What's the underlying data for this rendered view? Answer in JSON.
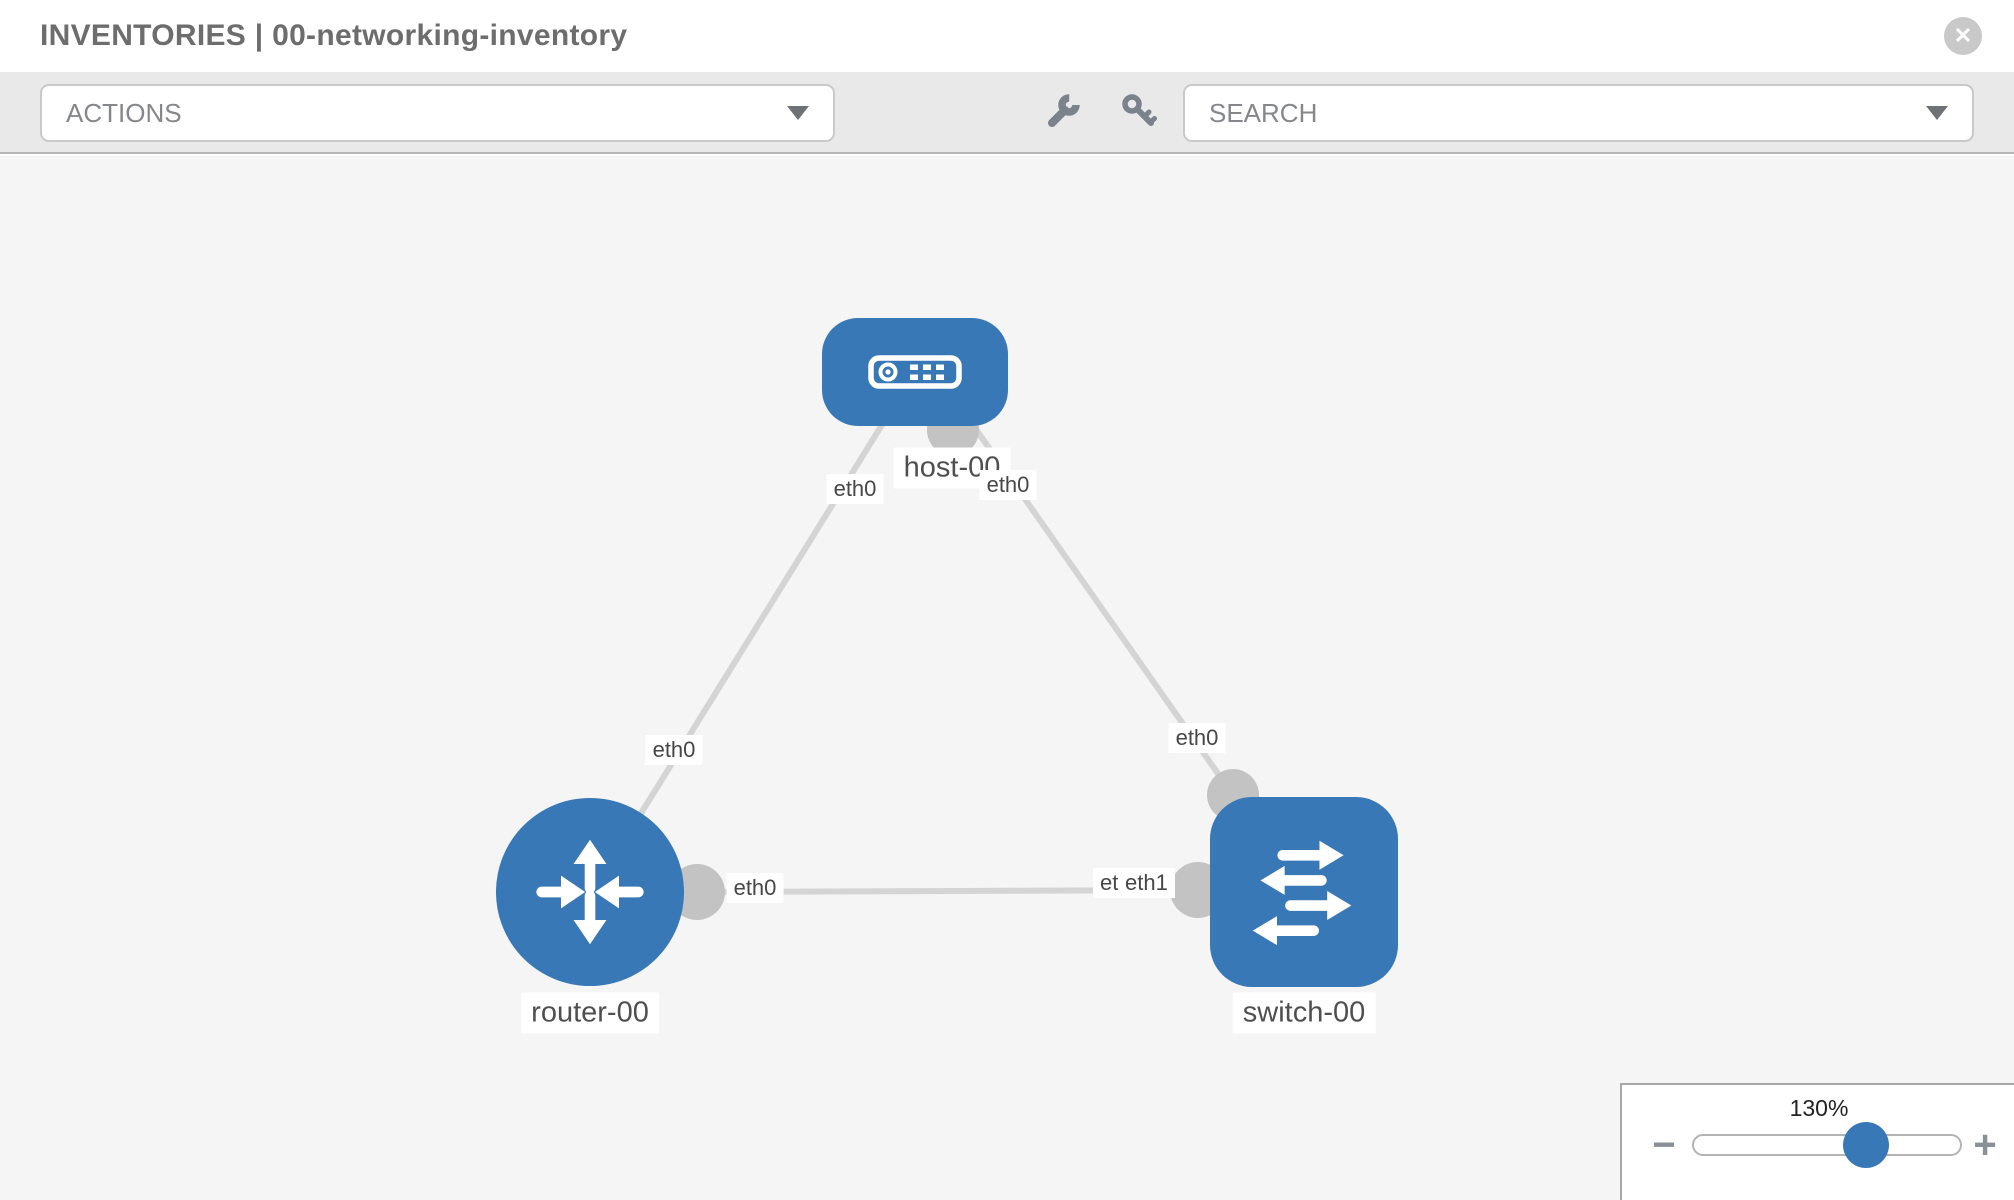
{
  "header": {
    "title": "INVENTORIES | 00-networking-inventory",
    "close_glyph": "✕"
  },
  "toolbar": {
    "actions": {
      "label": "ACTIONS"
    },
    "search": {
      "label": "SEARCH"
    },
    "icons": [
      "wrench-icon",
      "key-icon"
    ]
  },
  "canvas": {
    "nodes": [
      {
        "id": "host-00",
        "label": "host-00",
        "type": "host",
        "shape": "rounded-rect",
        "color": "#3878b6"
      },
      {
        "id": "router-00",
        "label": "router-00",
        "type": "router",
        "shape": "circle",
        "color": "#3878b6"
      },
      {
        "id": "switch-00",
        "label": "switch-00",
        "type": "switch",
        "shape": "rounded-square",
        "color": "#3878b6"
      }
    ],
    "links": [
      {
        "from": "host-00",
        "to": "router-00",
        "labels": {
          "host_side": "eth0",
          "router_side": "eth0"
        }
      },
      {
        "from": "host-00",
        "to": "switch-00",
        "labels": {
          "host_side": "eth0",
          "switch_side": "eth0"
        }
      },
      {
        "from": "router-00",
        "to": "switch-00",
        "labels": {
          "router_side": "eth0",
          "switch_side_back": "eth0",
          "switch_side_front": "eth1"
        }
      }
    ]
  },
  "zoom": {
    "value": "130%",
    "minus": "−",
    "plus": "+"
  },
  "colors": {
    "node_blue": "#3878b6",
    "link_gray": "#d4d4d4",
    "connector_gray": "#c3c3c3",
    "canvas_bg": "#f5f5f5",
    "toolbar_bg": "#e9e9e9"
  }
}
